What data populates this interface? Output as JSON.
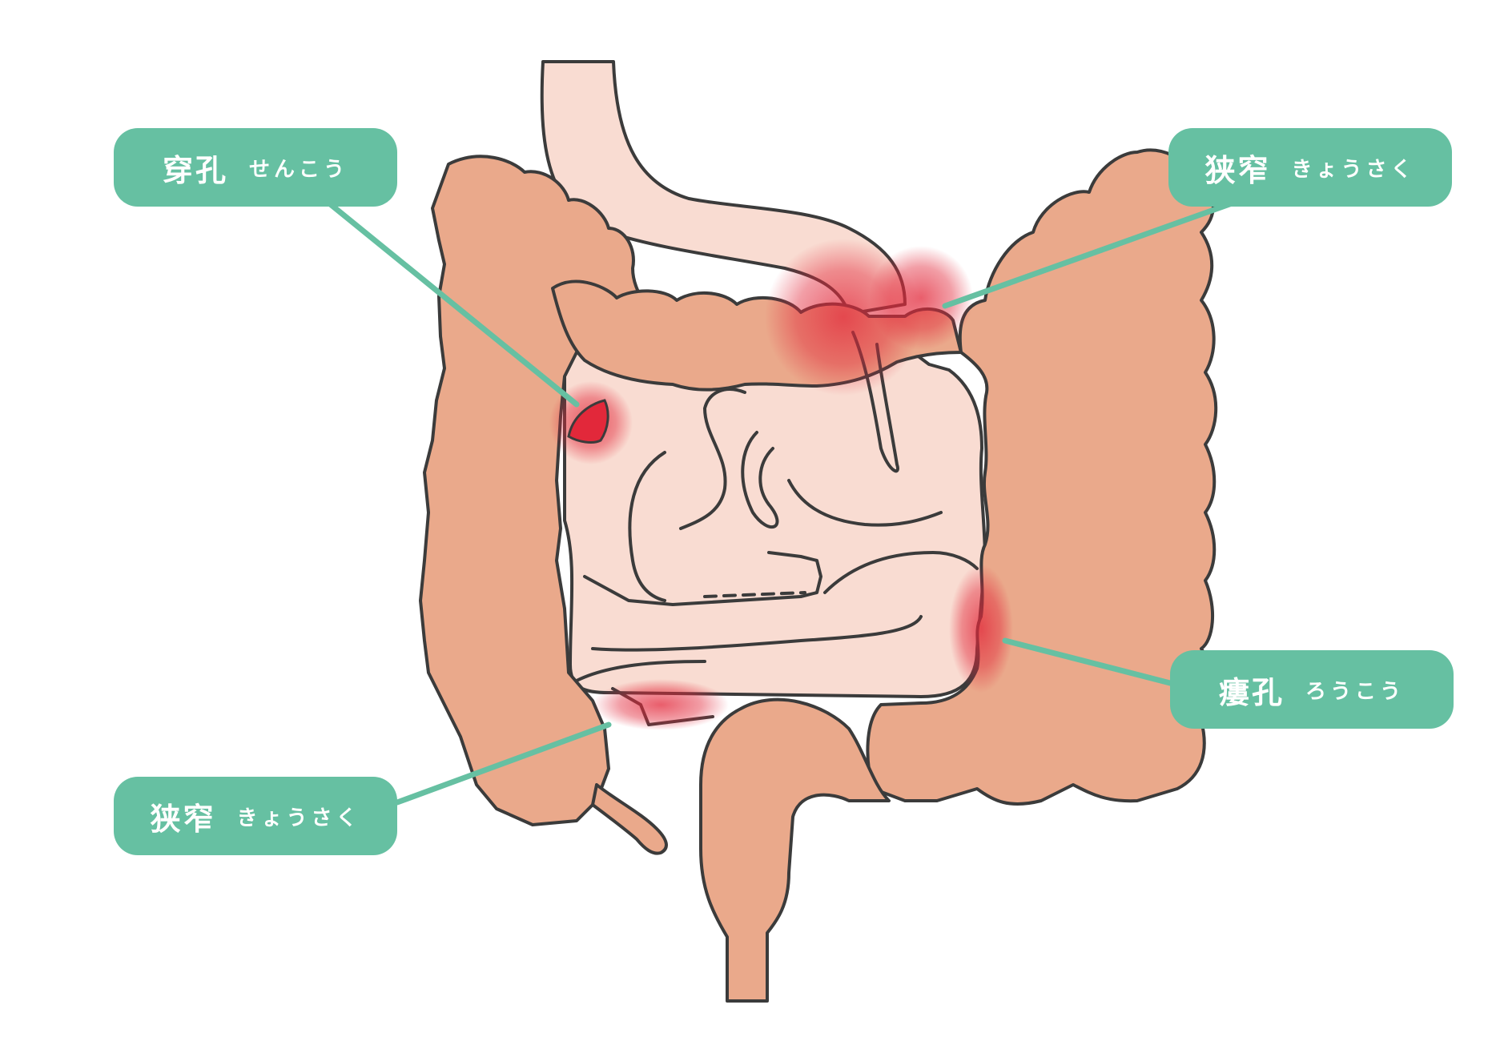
{
  "colors": {
    "label_bg": "#66c0a2",
    "large_intestine": "#eaa98b",
    "small_intestine": "#f9dcd2",
    "outline": "#3b3b3b",
    "lesion": "#e2283a"
  },
  "labels": {
    "perforation": {
      "text": "穿孔",
      "reading": "せんこう"
    },
    "stricture_top": {
      "text": "狭窄",
      "reading": "きょうさく"
    },
    "fistula": {
      "text": "瘻孔",
      "reading": "ろうこう"
    },
    "stricture_bottom": {
      "text": "狭窄",
      "reading": "きょうさく"
    }
  }
}
